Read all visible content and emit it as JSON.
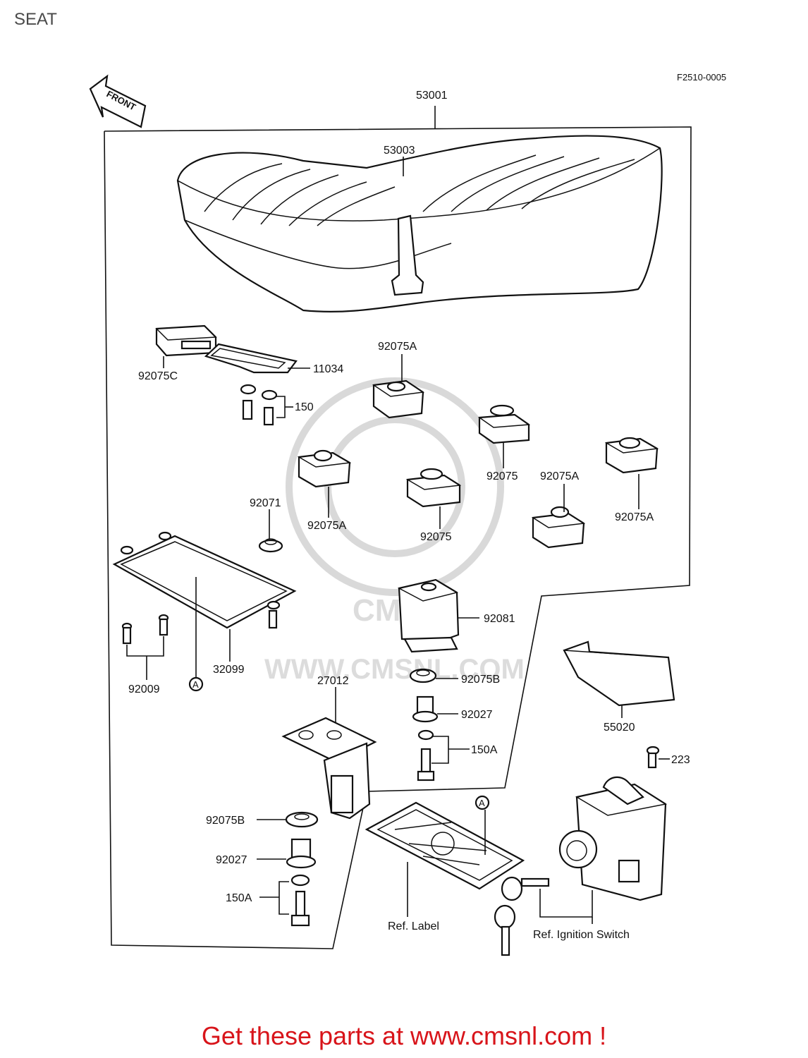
{
  "page": {
    "title": "SEAT",
    "diagram_code": "F2510-0005",
    "front_label": "FRONT",
    "cta": "Get these parts at www.cmsnl.com !",
    "watermark": "WWW.CMSNL.COM",
    "watermark_logo": "CMS"
  },
  "parts": [
    {
      "id": "p53001",
      "label": "53001"
    },
    {
      "id": "p53003",
      "label": "53003"
    },
    {
      "id": "p92075C",
      "label": "92075C"
    },
    {
      "id": "p11034",
      "label": "11034"
    },
    {
      "id": "p150",
      "label": "150"
    },
    {
      "id": "p92075A_1",
      "label": "92075A"
    },
    {
      "id": "p92075_1",
      "label": "92075"
    },
    {
      "id": "p92075A_2",
      "label": "92075A"
    },
    {
      "id": "p92075A_3",
      "label": "92075A"
    },
    {
      "id": "p92071",
      "label": "92071"
    },
    {
      "id": "p92075A_4",
      "label": "92075A"
    },
    {
      "id": "p92075_2",
      "label": "92075"
    },
    {
      "id": "p92081",
      "label": "92081"
    },
    {
      "id": "p32099",
      "label": "32099"
    },
    {
      "id": "p92009",
      "label": "92009"
    },
    {
      "id": "pA_1",
      "label": "A"
    },
    {
      "id": "p27012",
      "label": "27012"
    },
    {
      "id": "p92075B_1",
      "label": "92075B"
    },
    {
      "id": "p92027_1",
      "label": "92027"
    },
    {
      "id": "p150A_1",
      "label": "150A"
    },
    {
      "id": "p55020",
      "label": "55020"
    },
    {
      "id": "p223",
      "label": "223"
    },
    {
      "id": "p92075B_2",
      "label": "92075B"
    },
    {
      "id": "p92027_2",
      "label": "92027"
    },
    {
      "id": "p150A_2",
      "label": "150A"
    },
    {
      "id": "pA_2",
      "label": "A"
    },
    {
      "id": "pRefLabel",
      "label": "Ref. Label"
    },
    {
      "id": "pRefIgn",
      "label": "Ref. Ignition Switch"
    }
  ]
}
